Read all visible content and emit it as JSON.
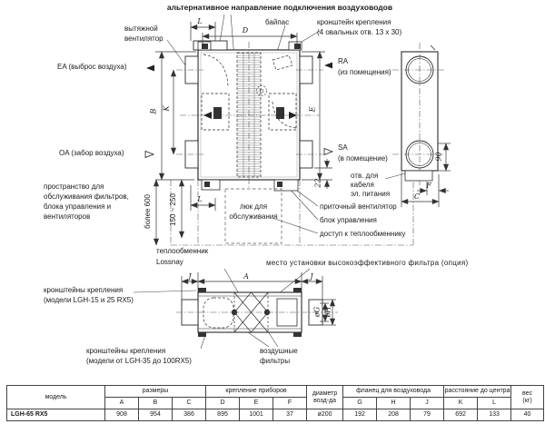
{
  "drawing": {
    "title": "альтернативное направление подключения воздуховодов",
    "labels": {
      "bypass": "байпас",
      "bracket1": "кронштейн крепления",
      "bracket2": "(4 овальных отв. 13 x 30)",
      "exhaust1": "вытяжной",
      "exhaust2": "вентилятор",
      "ea": "EA (выброс воздуха)",
      "oa": "OA (забор воздуха)",
      "ra1": "RA",
      "ra2": "(из помещения)",
      "sa1": "SA",
      "sa2": "(в помещение)",
      "space1": "пространство для",
      "space2": "обслуживания фильтров,",
      "space3": "блока управления и",
      "space4": "вентиляторов",
      "more600": "более 600",
      "range": "150 ~ 250",
      "hatch1": "люк для",
      "hatch2": "обслуживания",
      "cable1": "отв. для",
      "cable2": "кабеля",
      "cable3": "эл. питания",
      "supply_fan": "приточный вентилятор",
      "control": "блок управления",
      "hx_access": "доступ к теплообменнику",
      "hx1": "теплообменник",
      "hx2": "Lossnay",
      "filter_opt": "место установки высокоэффективного фильтра (опция)",
      "brk_s1": "кронштейны крепления",
      "brk_s2": "(модели LGH-15 и 25 RX5)",
      "brk_b1": "кронштейны крепления",
      "brk_b2": "(модели от LGH-35 до 100RX5)",
      "air1": "воздушные",
      "air2": "фильтры"
    },
    "dims": {
      "L_top": "L",
      "D": "D",
      "B": "B",
      "K": "K",
      "E": "E",
      "n22": "22",
      "n90": "90",
      "F": "F",
      "C": "C",
      "L_bot": "L",
      "J_l": "J",
      "A": "A",
      "J_r": "J",
      "G": "øG",
      "H": "øH"
    }
  },
  "table": {
    "h_model": "модель",
    "h_sizes": "размеры",
    "h_mount": "крепление приборов",
    "h_dia1": "диаметр",
    "h_dia2": "возд-да",
    "h_flange": "фланец для воздуховода",
    "h_center": "расстояние до центра",
    "h_weight1": "вес",
    "h_weight2": "(кг)",
    "cols": [
      "A",
      "B",
      "C",
      "D",
      "E",
      "F",
      "G",
      "H",
      "J",
      "K",
      "L"
    ],
    "row": {
      "model": "LGH-65 RX5",
      "values": [
        "908",
        "954",
        "386",
        "895",
        "1001",
        "37",
        "ø200",
        "192",
        "208",
        "79",
        "692",
        "133",
        "40"
      ]
    }
  }
}
